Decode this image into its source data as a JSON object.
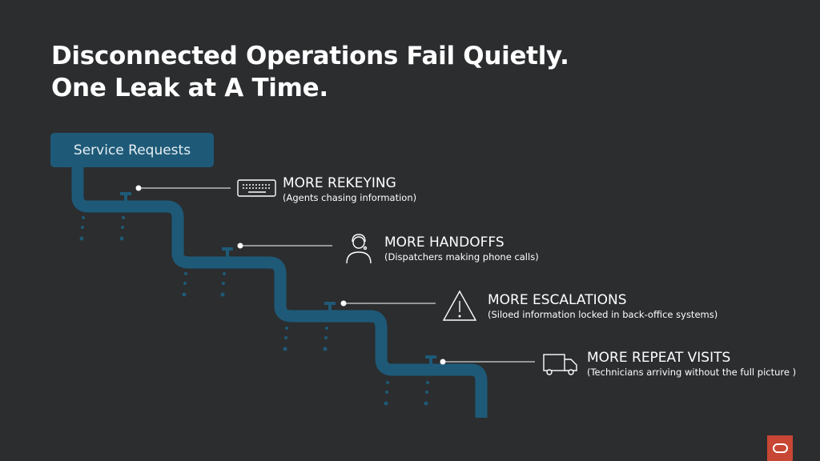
{
  "title": {
    "line1": "Disconnected Operations Fail Quietly.",
    "line2": "One Leak at A Time."
  },
  "source_box": "Service Requests",
  "items": [
    {
      "heading": "MORE REKEYING",
      "sub": "(Agents chasing information)",
      "icon": "keyboard-icon"
    },
    {
      "heading": "MORE HANDOFFS",
      "sub": "(Dispatchers making phone calls)",
      "icon": "headset-user-icon"
    },
    {
      "heading": "MORE ESCALATIONS",
      "sub": "(Siloed information locked in back-office systems)",
      "icon": "warning-icon"
    },
    {
      "heading": "MORE REPEAT VISITS",
      "sub": "(Technicians arriving without the full picture )",
      "icon": "truck-icon"
    }
  ],
  "colors": {
    "background": "#2b2d2f",
    "pipe": "#1e5a78",
    "brand": "#c74634"
  }
}
